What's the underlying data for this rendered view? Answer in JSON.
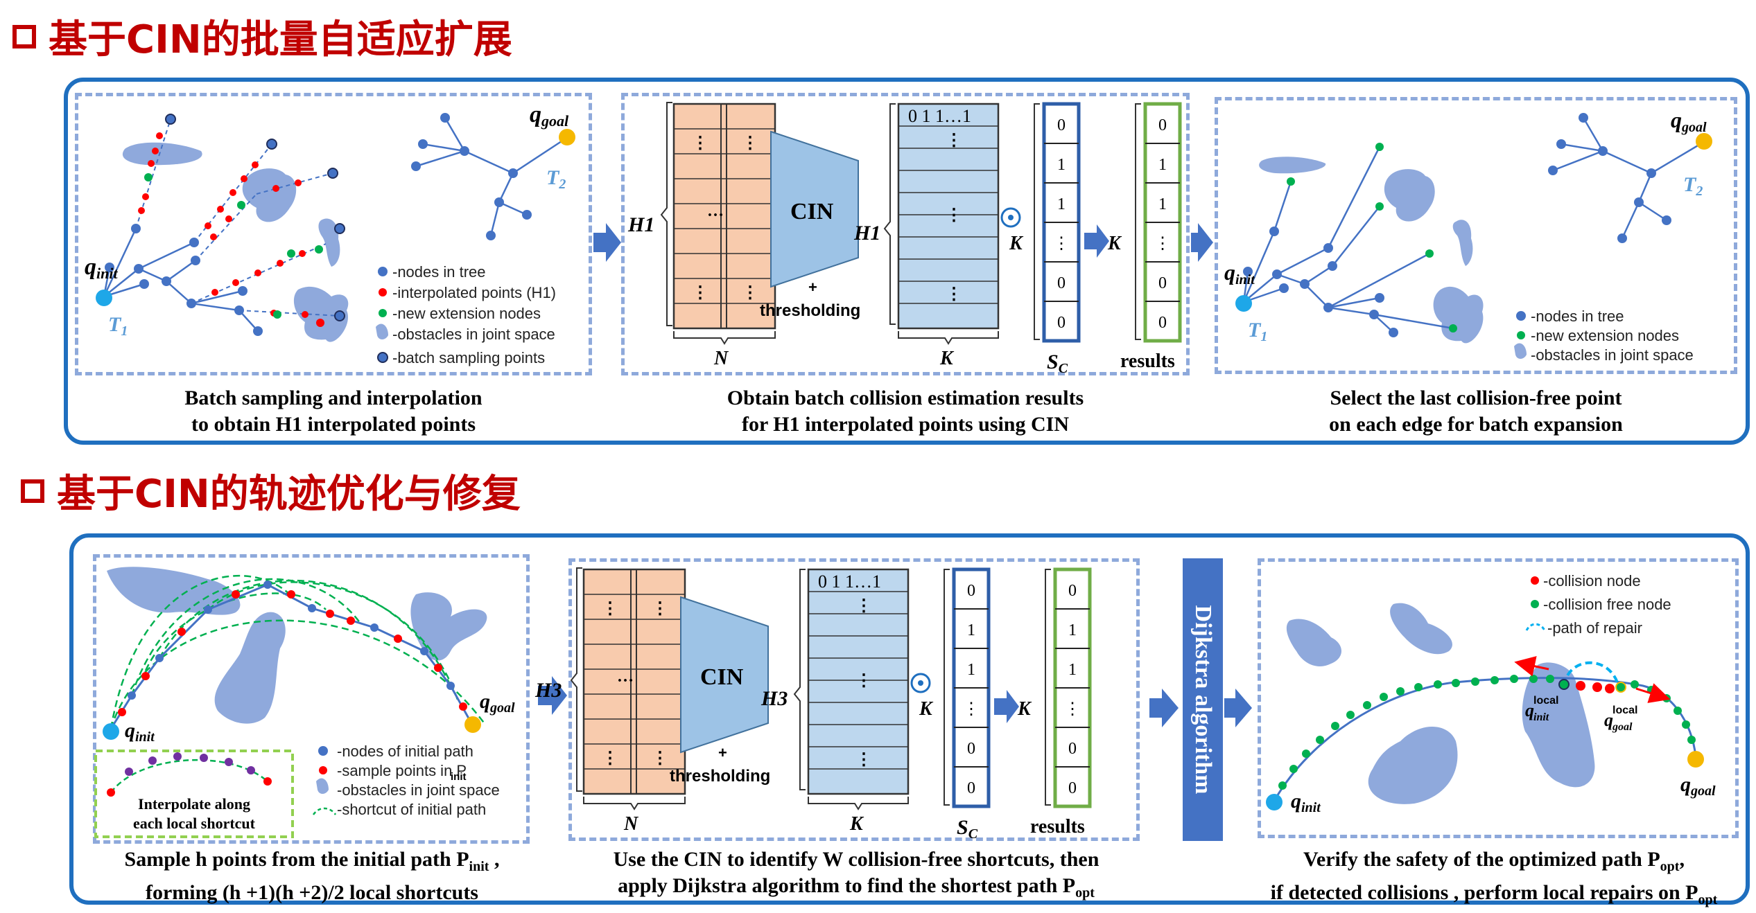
{
  "section1": {
    "title": "基于CIN的批量自适应扩展"
  },
  "section2": {
    "title": "基于CIN的轨迹优化与修复"
  },
  "panel1": {
    "caption_line1": "Batch sampling and interpolation",
    "caption_line2": "to obtain H1 interpolated points",
    "q_init": "q",
    "q_init_sub": "init",
    "q_goal": "q",
    "q_goal_sub": "goal",
    "t1": "T",
    "t1_sub": "1",
    "t2": "T",
    "t2_sub": "2",
    "legend": [
      "-nodes in tree",
      "-interpolated points (H1)",
      "-new extension nodes",
      "-obstacles in joint space",
      "-batch sampling points"
    ]
  },
  "panel2": {
    "caption_line1": "Obtain batch collision estimation results",
    "caption_line2": "for H1 interpolated points using CIN",
    "cin": "CIN",
    "plus": "+",
    "thresholding": "thresholding",
    "H": "H1",
    "N": "N",
    "K": "K",
    "Sc": "S",
    "Sc_sub": "C",
    "results": "results",
    "header_bits": "0 1 1…1",
    "sc_values": [
      "0",
      "1",
      "1",
      "⋮",
      "0",
      "0"
    ],
    "results_values": [
      "0",
      "1",
      "1",
      "⋮",
      "0",
      "0"
    ]
  },
  "panel3": {
    "caption_line1": "Select the last collision-free point",
    "caption_line2": "on each edge for batch expansion",
    "legend": [
      "-nodes in tree",
      "-new extension nodes",
      "-obstacles in joint space"
    ]
  },
  "panel4": {
    "caption_line1": "Sample h points from the initial path P",
    "caption_line1_sub": "init",
    "caption_line2": "forming (h +1)(h +2)/2  local shortcuts",
    "inset_line1": "Interpolate along",
    "inset_line2": "each local shortcut",
    "legend": [
      "-nodes of initial path",
      "-sample points in P",
      "-obstacles in joint space",
      "-shortcut of initial path"
    ]
  },
  "panel5": {
    "caption_line1": "Use the CIN to identify W collision-free shortcuts, then",
    "caption_line2": "apply Dijkstra algorithm to find the shortest path P",
    "caption_line2_sub": "opt",
    "H": "H3",
    "dijkstra": "Dijkstra algorithm"
  },
  "panel6": {
    "caption_line1": "Verify the safety of the optimized path P",
    "caption_line1_sub": "opt",
    "caption_line2": "if detected collisions , perform local repairs on P",
    "caption_line2_sub": "opt",
    "legend": [
      "-collision node",
      "-collision free node",
      "-path of repair"
    ]
  },
  "colors": {
    "title_red": "#c00000",
    "frame_blue": "#1f6fbf",
    "dash_blue": "#8ea9db",
    "node_blue": "#4472c4",
    "obstacle": "#8fa9dc",
    "red": "#ff0000",
    "green": "#00b050",
    "start": "#1ea7e8",
    "goal": "#f5b800"
  }
}
